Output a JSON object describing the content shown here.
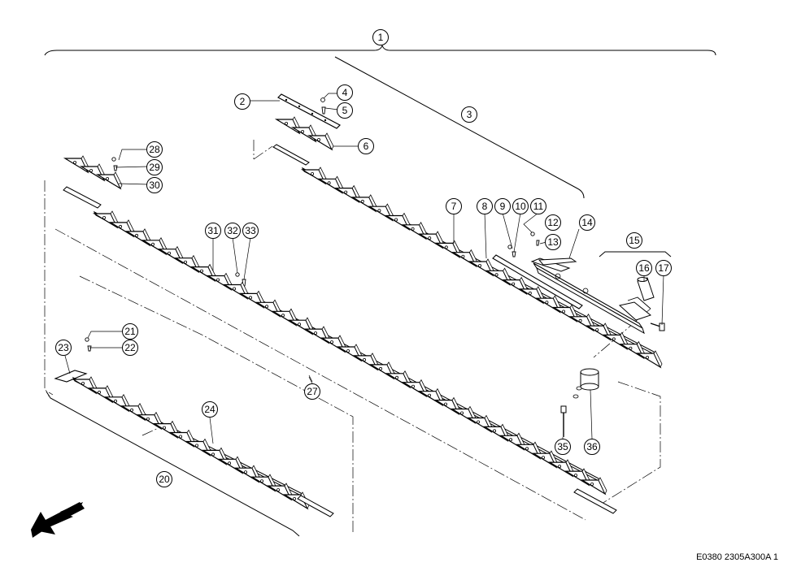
{
  "drawing_code": "E0380 2305A300A 1",
  "callouts": [
    "1",
    "2",
    "3",
    "4",
    "5",
    "6",
    "7",
    "8",
    "9",
    "10",
    "11",
    "12",
    "13",
    "14",
    "15",
    "16",
    "17",
    "20",
    "21",
    "22",
    "23",
    "24",
    "27",
    "28",
    "29",
    "30",
    "31",
    "32",
    "33",
    "35",
    "36"
  ],
  "colors": {
    "line": "#000000",
    "background": "#ffffff"
  },
  "icons": {
    "direction_arrow": "direction-arrow-icon"
  }
}
